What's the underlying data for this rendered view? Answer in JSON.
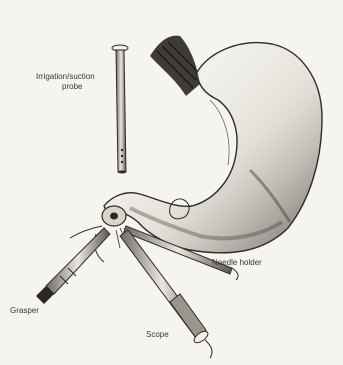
{
  "labels": {
    "irrigation_probe": [
      "Irrigation/suction",
      "probe"
    ],
    "needle_holder": "Needle holder",
    "grasper": "Grasper",
    "scope": "Scope"
  },
  "colors": {
    "background": "#f6f4ef",
    "ink": "#3a3733",
    "shading": "#8a857c"
  }
}
